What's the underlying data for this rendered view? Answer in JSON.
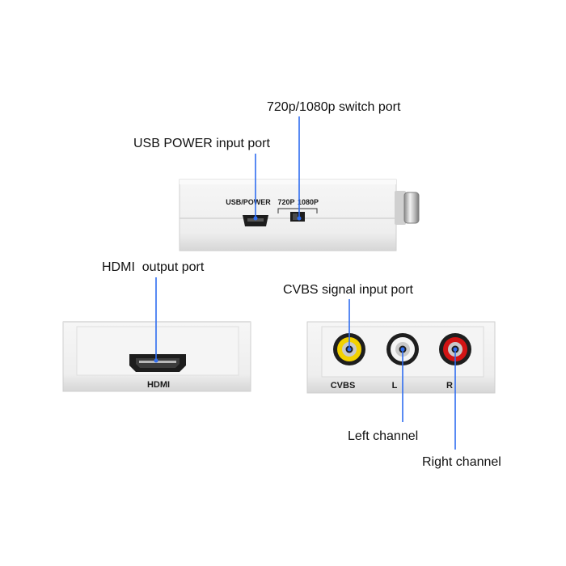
{
  "colors": {
    "leader_line": "#2f6df0",
    "body_top": "#f2f2f2",
    "body_bottom": "#d9d9d9",
    "port_dark": "#1d1d1d",
    "rca_yellow": "#f3d100",
    "rca_white": "#f4f4f4",
    "rca_red": "#d21414"
  },
  "callouts": {
    "switch_port": "720p/1080p switch port",
    "usb_power": "USB POWER input port",
    "hdmi_output": "HDMI  output port",
    "cvbs_input": "CVBS signal input port",
    "left_channel": "Left channel",
    "right_channel": "Right channel"
  },
  "device_labels": {
    "usb_power": "USB/POWER",
    "res_720p": "720P",
    "res_1080p": "1080P",
    "hdmi": "HDMI",
    "cvbs": "CVBS",
    "left": "L",
    "right": "R"
  },
  "icons": [
    "mini-usb-port-icon",
    "slide-switch-icon",
    "hdmi-port-icon",
    "rca-jack-icon"
  ]
}
